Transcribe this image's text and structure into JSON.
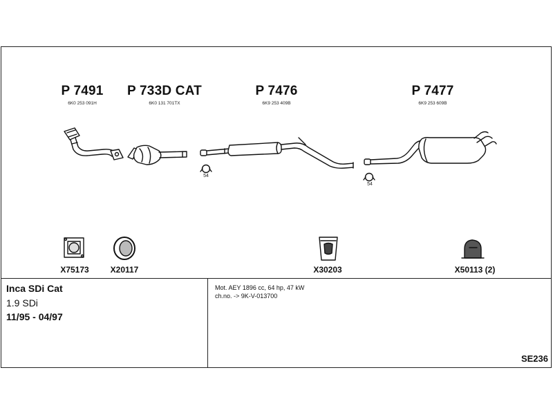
{
  "parts": [
    {
      "number": "P 7491",
      "oem": "6K0 253 091H"
    },
    {
      "number": "P 733D CAT",
      "oem": "6K0 131 701TX"
    },
    {
      "number": "P 7476",
      "oem": "6K9 253 409B"
    },
    {
      "number": "P 7477",
      "oem": "6K9 253 609B"
    }
  ],
  "clamp_qty": [
    "54",
    "54"
  ],
  "accessories": [
    {
      "number": "X75173"
    },
    {
      "number": "X20117"
    },
    {
      "number": "X30203"
    },
    {
      "number": "X50113 (2)"
    }
  ],
  "vehicle": {
    "model": "Inca SDi Cat",
    "engine": "1.9 SDi",
    "years": "11/95 - 04/97"
  },
  "notes": {
    "line1": "Mot. AEY 1896 cc, 64 hp, 47 kW",
    "line2": "ch.no. -> 9K-V-013700"
  },
  "system_code": "SE236"
}
